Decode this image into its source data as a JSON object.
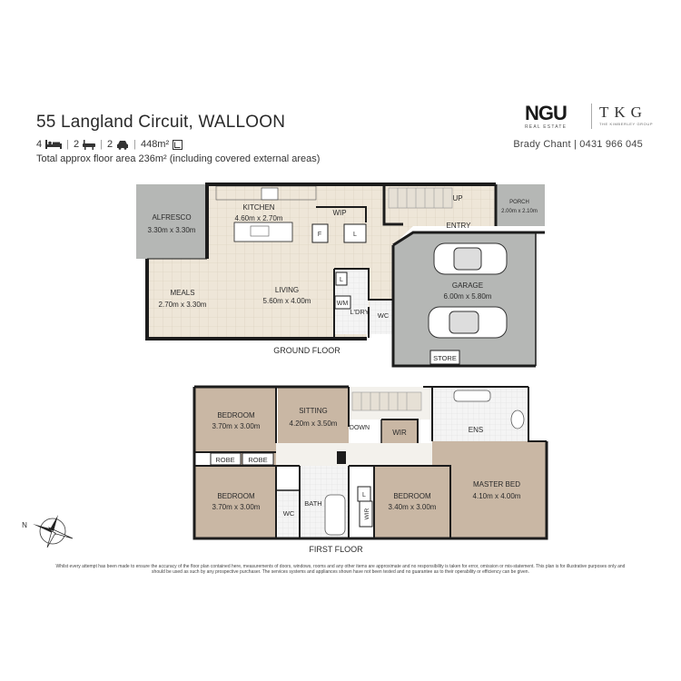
{
  "header": {
    "title": "55 Langland Circuit, WALLOON",
    "beds": "4",
    "baths": "2",
    "cars": "2",
    "land": "448m²",
    "area_note": "Total approx floor area 236m² (including covered external areas)",
    "agent": "Brady Chant | 0431 966 045"
  },
  "logos": {
    "ngu": "NGU",
    "ngu_sub": "REAL ESTATE",
    "tkg": "TKG",
    "tkg_sub": "THE KIMBERLEY GROUP"
  },
  "ground_floor": {
    "heading": "GROUND FLOOR",
    "rooms": {
      "alfresco": {
        "name": "ALFRESCO",
        "size": "3.30m x 3.30m"
      },
      "kitchen": {
        "name": "KITCHEN",
        "size": "4.60m x 2.70m"
      },
      "wip": "WIP",
      "fridge": "F",
      "l_kitchen": "L",
      "meals": {
        "name": "MEALS",
        "size": "2.70m x 3.30m"
      },
      "living": {
        "name": "LIVING",
        "size": "5.60m x 4.00m"
      },
      "l_linen": "L",
      "wm": "WM",
      "ldry": "L'DRY",
      "wc": "WC",
      "up": "UP",
      "entry": "ENTRY",
      "porch": {
        "name": "PORCH",
        "size": "2.00m x 2.10m"
      },
      "garage": {
        "name": "GARAGE",
        "size": "6.00m x 5.80m"
      },
      "store": "STORE"
    }
  },
  "first_floor": {
    "heading": "FIRST FLOOR",
    "rooms": {
      "bedroom1": {
        "name": "BEDROOM",
        "size": "3.70m x 3.00m"
      },
      "sitting": {
        "name": "SITTING",
        "size": "4.20m x 3.50m"
      },
      "down": "DOWN",
      "wir1": "WIR",
      "ens": "ENS",
      "robe1": "ROBE",
      "robe2": "ROBE",
      "master": {
        "name": "MASTER BED",
        "size": "4.10m x 4.00m"
      },
      "bedroom2": {
        "name": "BEDROOM",
        "size": "3.70m x 3.00m"
      },
      "wc": "WC",
      "bath": "BATH",
      "wir2": "WIR",
      "l_linen": "L",
      "bedroom3": {
        "name": "BEDROOM",
        "size": "3.40m x 3.00m"
      }
    }
  },
  "compass": {
    "north": "N"
  },
  "disclaimer": "Whilst every attempt has been made to ensure the accuracy of the floor plan contained here, measurements of doors, windows, rooms and any other items are approximate and no responsibility is taken for error, omission or mis-statement. This plan is for illustrative purposes only and should be used as such by any prospective purchaser. The services systems and appliances shown have not been tested and no guarantee as to their operability or efficiency can be given.",
  "colors": {
    "tile": "#eee6d8",
    "grout": "#d6cbb8",
    "carpet": "#c9b7a4",
    "outdoor": "#b5b7b5",
    "wet": "#f2f2f2",
    "wall": "#1c1c1c"
  }
}
